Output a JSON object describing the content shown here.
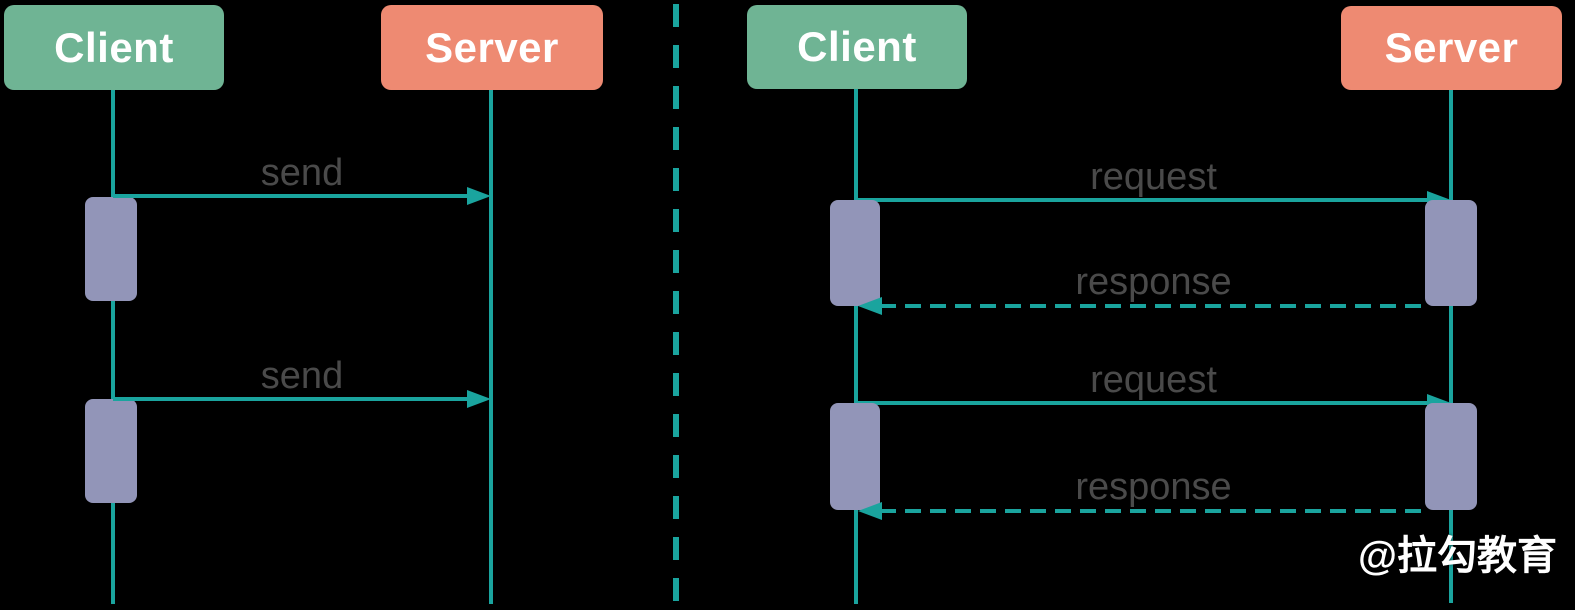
{
  "colors": {
    "background": "#000000",
    "client_box": "#6FB494",
    "server_box": "#EE8A72",
    "line_teal": "#1AA49E",
    "activation_purple": "#9295B8",
    "message_text": "#4A4A4A",
    "actor_text": "#FFFFFF",
    "watermark_text": "#FFFFFF"
  },
  "watermark": "@拉勾教育",
  "left_panel": {
    "client_label": "Client",
    "server_label": "Server",
    "message1": "send",
    "message2": "send"
  },
  "right_panel": {
    "client_label": "Client",
    "server_label": "Server",
    "message1": "request",
    "message2": "response",
    "message3": "request",
    "message4": "response"
  }
}
